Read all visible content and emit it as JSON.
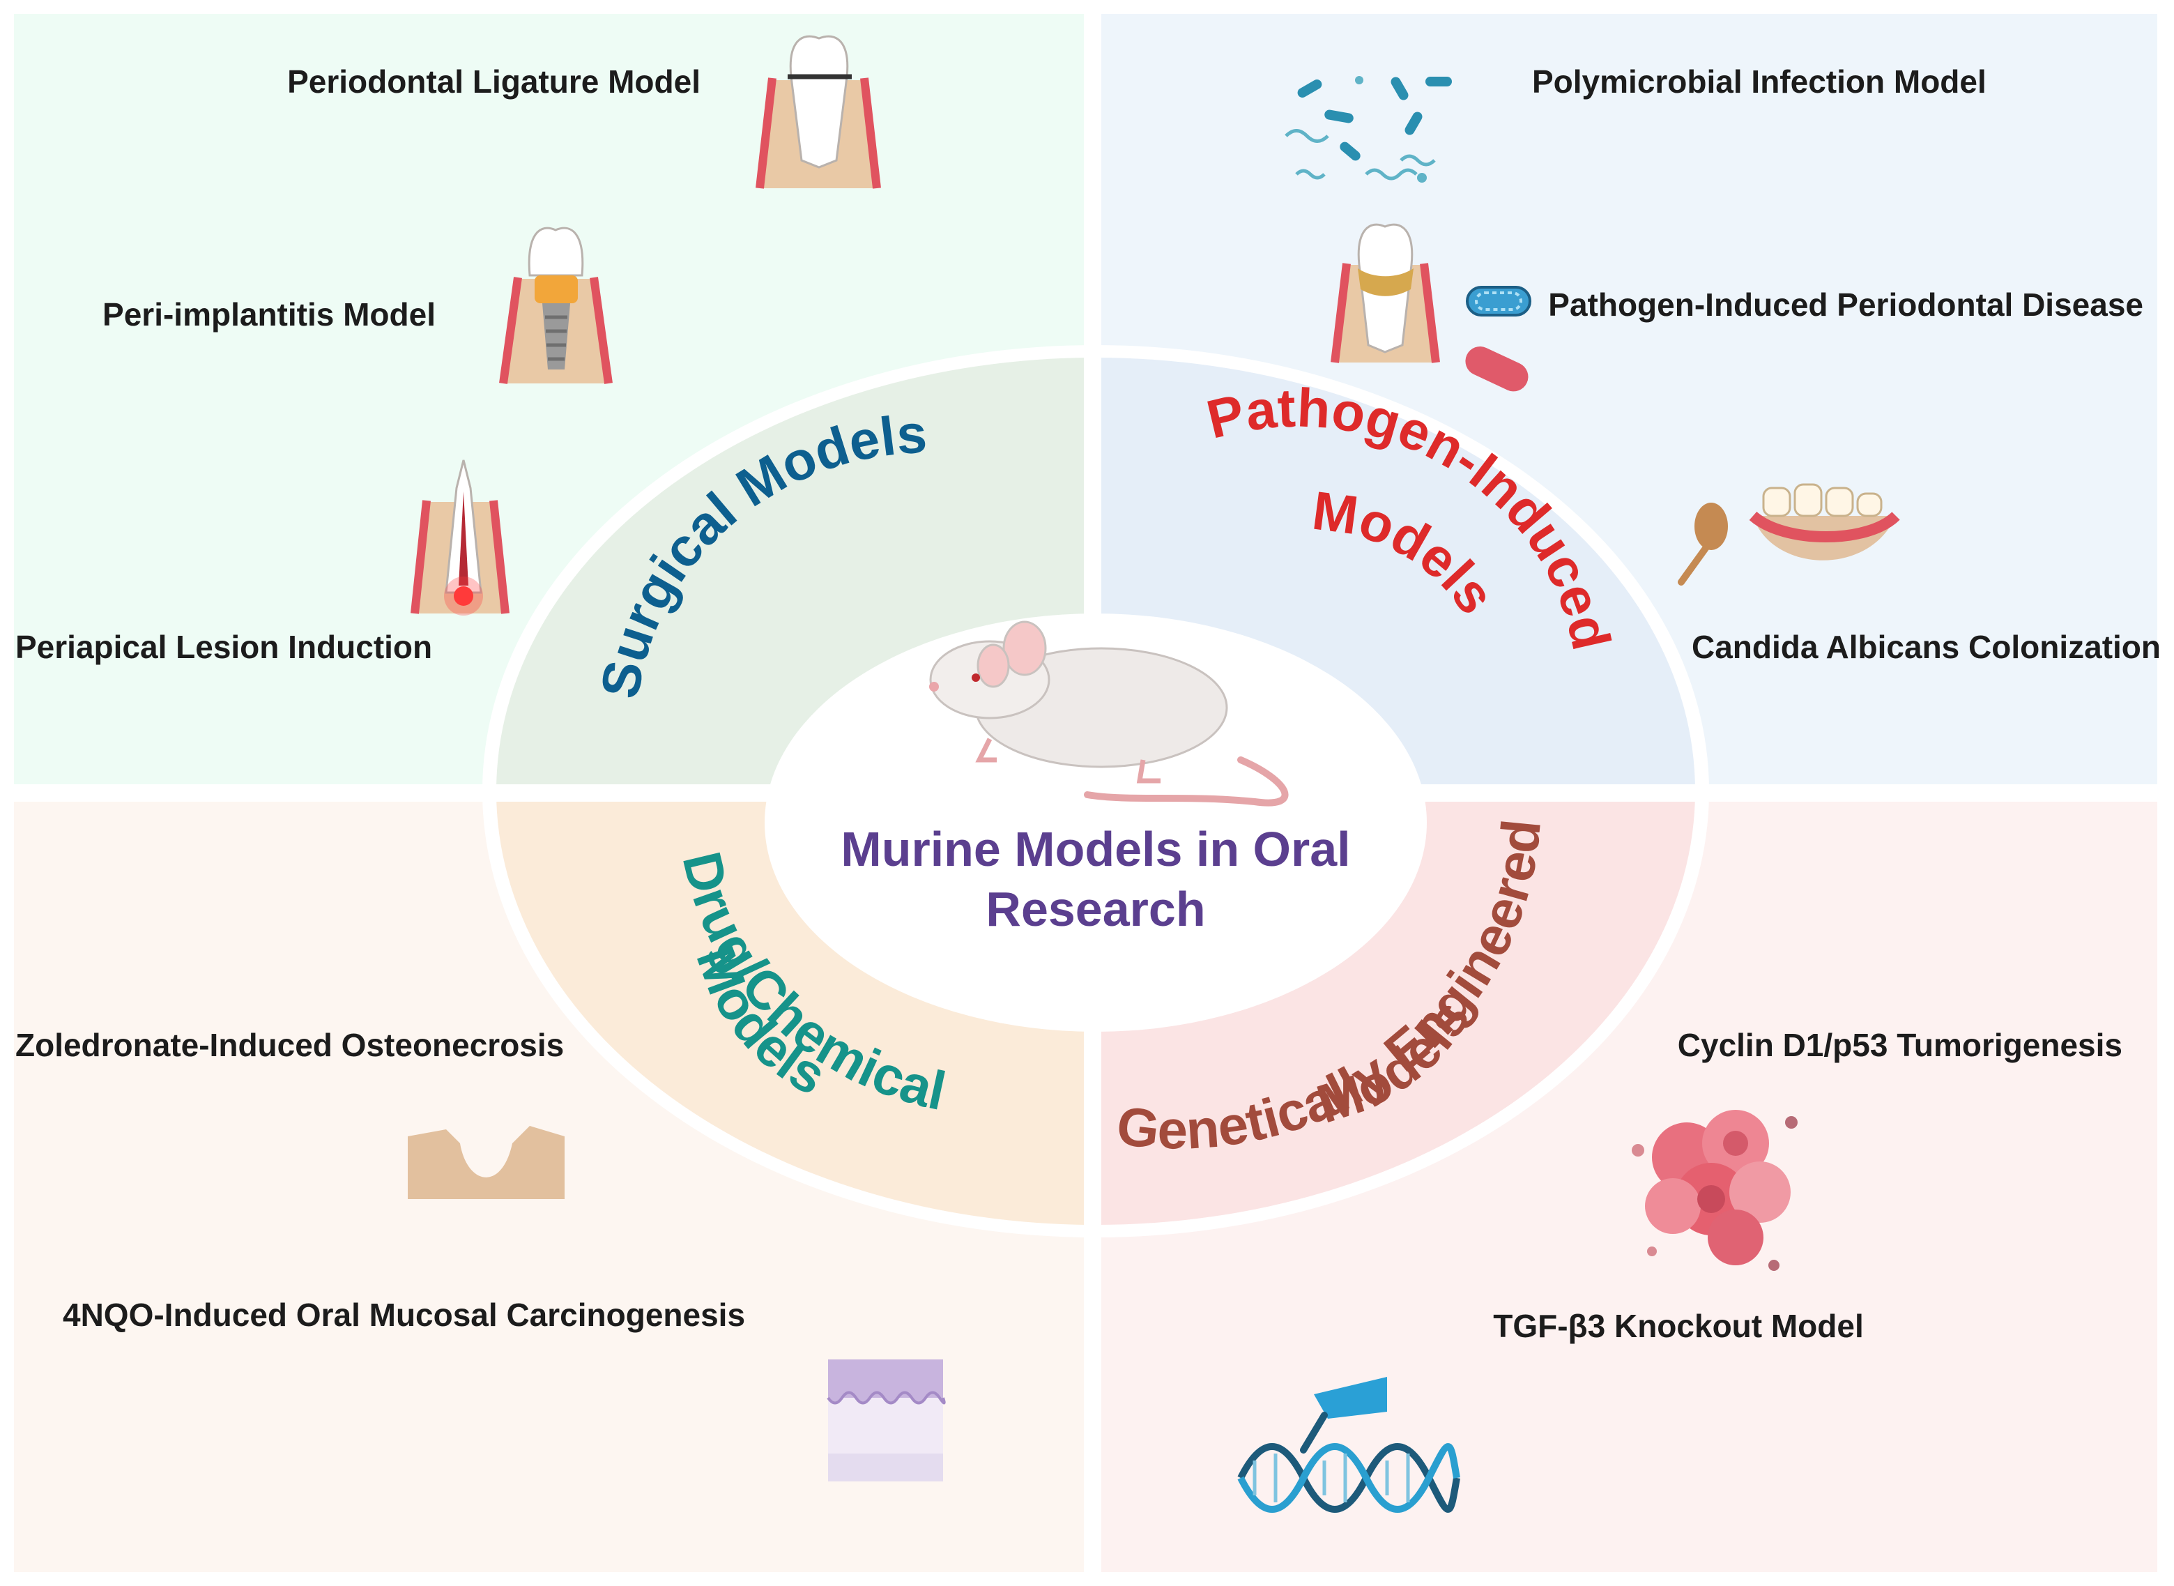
{
  "center": {
    "title_line1": "Murine Models in Oral",
    "title_line2": "Research",
    "color": "#5b3f8f"
  },
  "categories": {
    "surgical": {
      "title": "Surgical Models",
      "color": "#0d5f8f",
      "items": [
        "Periodontal Ligature Model",
        "Peri-implantitis Model",
        "Periapical Lesion Induction"
      ]
    },
    "pathogen": {
      "title_line1": "Pathogen-Induced",
      "title_line2": "Models",
      "color": "#de2a2a",
      "items": [
        "Polymicrobial Infection Model",
        "Pathogen-Induced Periodontal Disease",
        "Candida Albicans Colonization"
      ]
    },
    "drug": {
      "title_line1": "Drug/Chemical",
      "title_line2": "Models",
      "color": "#16938a",
      "items": [
        "Zoledronate-Induced Osteonecrosis",
        "4NQO-Induced Oral Mucosal Carcinogenesis"
      ]
    },
    "genetic": {
      "title_line1": "Genetically Engineered",
      "title_line2": "Models",
      "color": "#a24b3c",
      "items": [
        "Cyclin D1/p53 Tumorigenesis",
        "TGF-β3 Knockout Model"
      ]
    }
  },
  "colors": {
    "quadrant_tl": "#eefcf5",
    "quadrant_tr": "#eef5fb",
    "quadrant_bl": "#fdf6f1",
    "quadrant_br": "#fdf2f1",
    "ring_tl": "#e6f0e6",
    "ring_tr": "#e5eef8",
    "ring_bl": "#fbebd9",
    "ring_br": "#fbe4e4"
  },
  "icons": [
    "tooth-ligature-icon",
    "dental-implant-icon",
    "periapical-lesion-icon",
    "bacteria-cluster-icon",
    "periodontal-tooth-icon",
    "rod-bacteria-icon",
    "candida-mouth-icon",
    "bone-defect-icon",
    "mucosa-tissue-icon",
    "tumor-cells-icon",
    "dna-edit-icon",
    "mouse-icon"
  ]
}
